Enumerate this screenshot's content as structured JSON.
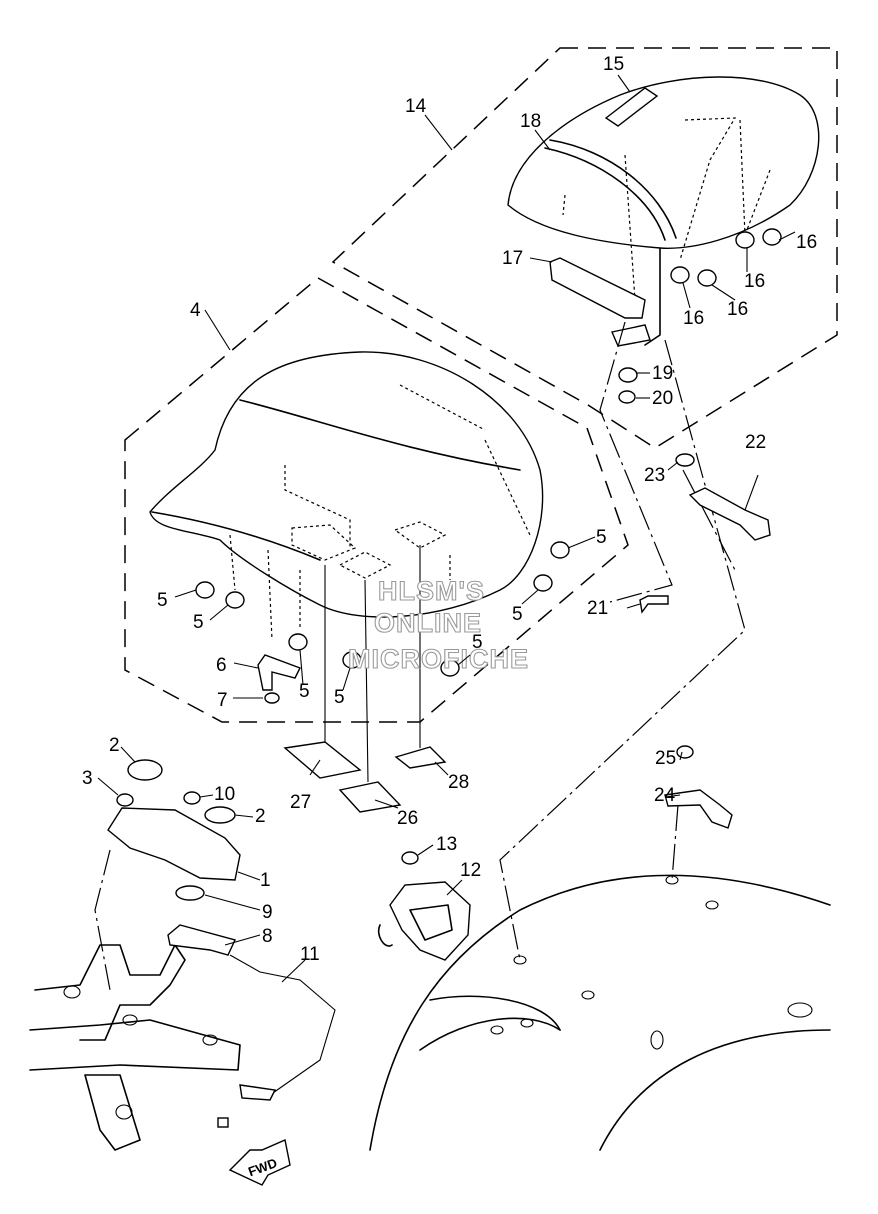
{
  "watermark": [
    "HLSM'S",
    "ONLINE",
    "MICROFICHE"
  ],
  "direction_marker": "FWD",
  "callouts": [
    {
      "id": "c1",
      "text": "1"
    },
    {
      "id": "c2a",
      "text": "2"
    },
    {
      "id": "c2b",
      "text": "2"
    },
    {
      "id": "c3",
      "text": "3"
    },
    {
      "id": "c4",
      "text": "4"
    },
    {
      "id": "c5a",
      "text": "5"
    },
    {
      "id": "c5b",
      "text": "5"
    },
    {
      "id": "c5c",
      "text": "5"
    },
    {
      "id": "c5d",
      "text": "5"
    },
    {
      "id": "c5e",
      "text": "5"
    },
    {
      "id": "c5f",
      "text": "5"
    },
    {
      "id": "c5g",
      "text": "5"
    },
    {
      "id": "c6",
      "text": "6"
    },
    {
      "id": "c7",
      "text": "7"
    },
    {
      "id": "c8",
      "text": "8"
    },
    {
      "id": "c9",
      "text": "9"
    },
    {
      "id": "c10",
      "text": "10"
    },
    {
      "id": "c11",
      "text": "11"
    },
    {
      "id": "c12",
      "text": "12"
    },
    {
      "id": "c13",
      "text": "13"
    },
    {
      "id": "c14",
      "text": "14"
    },
    {
      "id": "c15",
      "text": "15"
    },
    {
      "id": "c16a",
      "text": "16"
    },
    {
      "id": "c16b",
      "text": "16"
    },
    {
      "id": "c16c",
      "text": "16"
    },
    {
      "id": "c16d",
      "text": "16"
    },
    {
      "id": "c17",
      "text": "17"
    },
    {
      "id": "c18",
      "text": "18"
    },
    {
      "id": "c19",
      "text": "19"
    },
    {
      "id": "c20",
      "text": "20"
    },
    {
      "id": "c21",
      "text": "21"
    },
    {
      "id": "c22",
      "text": "22"
    },
    {
      "id": "c23",
      "text": "23"
    },
    {
      "id": "c24",
      "text": "24"
    },
    {
      "id": "c25",
      "text": "25"
    },
    {
      "id": "c26",
      "text": "26"
    },
    {
      "id": "c27",
      "text": "27"
    },
    {
      "id": "c28",
      "text": "28"
    }
  ]
}
